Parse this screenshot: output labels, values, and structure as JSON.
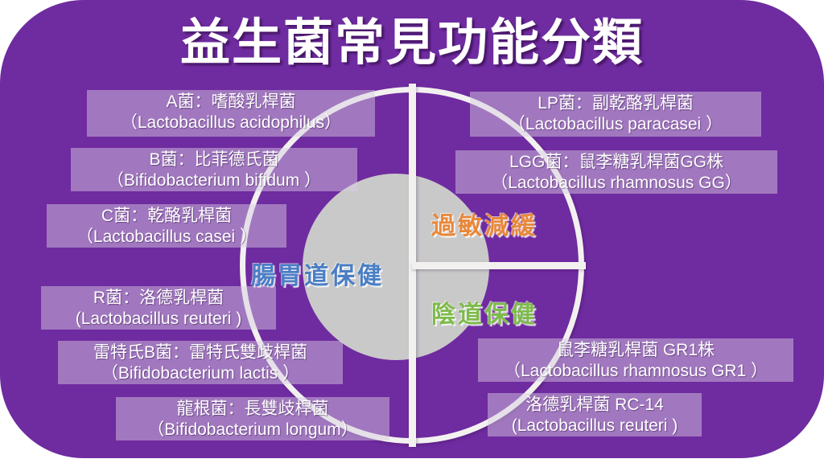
{
  "title": "益生菌常見功能分類",
  "colors": {
    "panel_purple": "#6f2ba0",
    "ring_white": "#f3f1f0",
    "inner_gray": "#c9c9c9",
    "label_box": "#9b85b0",
    "gi_blue": "#4a7ec4",
    "allergy_orange": "#e8883a",
    "vaginal_green": "#7dbb4a",
    "text_white": "#ffffff"
  },
  "sectors": [
    {
      "id": "gi",
      "label": "腸胃道保健",
      "color": "#4a7ec4"
    },
    {
      "id": "all",
      "label": "過敏減緩",
      "color": "#e8883a"
    },
    {
      "id": "vag",
      "label": "陰道保健",
      "color": "#7dbb4a"
    }
  ],
  "strains": {
    "left": [
      {
        "id": "a",
        "zh": "A菌：嗜酸乳桿菌",
        "sci": "（Lactobacillus acidophilus）"
      },
      {
        "id": "b",
        "zh": "B菌：比菲德氏菌",
        "sci": "（Bifidobacterium bifidum ）"
      },
      {
        "id": "c",
        "zh": "C菌：乾酪乳桿菌",
        "sci": "（Lactobacillus casei ）"
      },
      {
        "id": "r",
        "zh": "R菌：洛德乳桿菌",
        "sci": "(Lactobacillus reuteri )"
      },
      {
        "id": "lac",
        "zh": "雷特氏B菌：雷特氏雙歧桿菌",
        "sci": "（Bifidobacterium lactis ）"
      },
      {
        "id": "lon",
        "zh": "龍根菌：長雙歧桿菌",
        "sci": "（Bifidobacterium longum）"
      }
    ],
    "right": [
      {
        "id": "lp",
        "zh": "LP菌：副乾酪乳桿菌",
        "sci": "（Lactobacillus paracasei ）"
      },
      {
        "id": "lgg",
        "zh": "LGG菌：鼠李糖乳桿菌GG株",
        "sci": "（Lactobacillus rhamnosus GG）"
      },
      {
        "id": "gr1",
        "zh": "鼠李糖乳桿菌 GR1株",
        "sci": "（Lactobacillus rhamnosus GR1 ）"
      },
      {
        "id": "rc14",
        "zh": "洛德乳桿菌 RC-14",
        "sci": "(Lactobacillus reuteri )"
      }
    ]
  }
}
